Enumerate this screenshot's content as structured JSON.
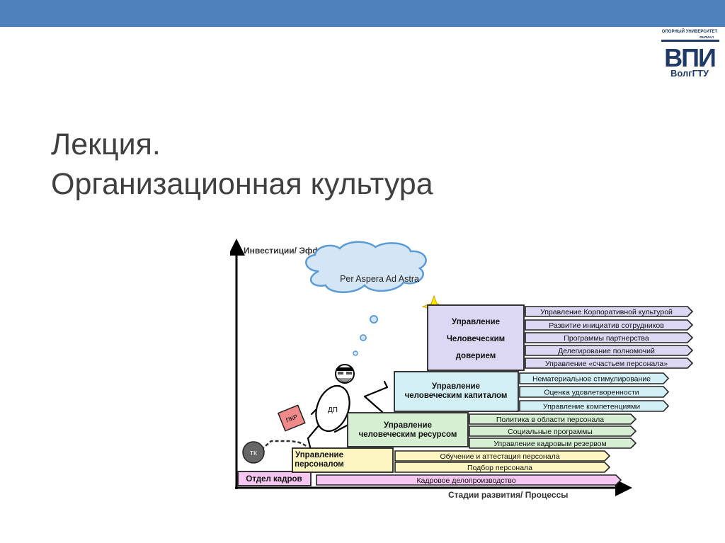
{
  "slide": {
    "title_line1": "Лекция.",
    "title_line2": "Организационная культура"
  },
  "logo": {
    "top_text": "ОПОРНЫЙ УНИВЕРСИТЕТ",
    "branch_text": "ФИЛИАЛ",
    "main_text": "ВПИ",
    "bottom_text": "ВолгГТУ"
  },
  "diagram": {
    "y_axis_label": "Инвестиции/ Эффективность",
    "x_axis_label": "Стадии развития/ Процессы",
    "cloud_text": "Per Aspera Ad Astra",
    "figure_labels": {
      "head": "",
      "body": "ДП",
      "briefcase": "ПКР",
      "weight": "ТК"
    },
    "steps": [
      {
        "label": "Отдел кадров",
        "color": "#f4c6f0",
        "processes": [
          "Кадровое делопроизводство"
        ]
      },
      {
        "label": "Управление\nперсоналом",
        "color": "#fdf6c0",
        "processes": [
          "Обучение и аттестация персонала",
          "Подбор персонала"
        ]
      },
      {
        "label": "Управление\nчеловеческим ресурсом",
        "color": "#d6efd2",
        "processes": [
          "Политика в области персонала",
          "Социальные программы",
          "Управление кадровым резервом"
        ]
      },
      {
        "label": "Управление\nчеловеческим капиталом",
        "color": "#d2f0f6",
        "processes": [
          "Нематериальное стимулирование",
          "Оценка удовлетворенности",
          "Управление компетенциями"
        ]
      },
      {
        "label": "Управление\nЧеловеческим\nдоверием",
        "color": "#dcd8f4",
        "processes": [
          "Управление Корпоративной культурой",
          "Развитие инициатив сотрудников",
          "Программы партнерства",
          "Делегирование полномочий",
          "Управление «счастьем персонала»"
        ]
      }
    ]
  }
}
